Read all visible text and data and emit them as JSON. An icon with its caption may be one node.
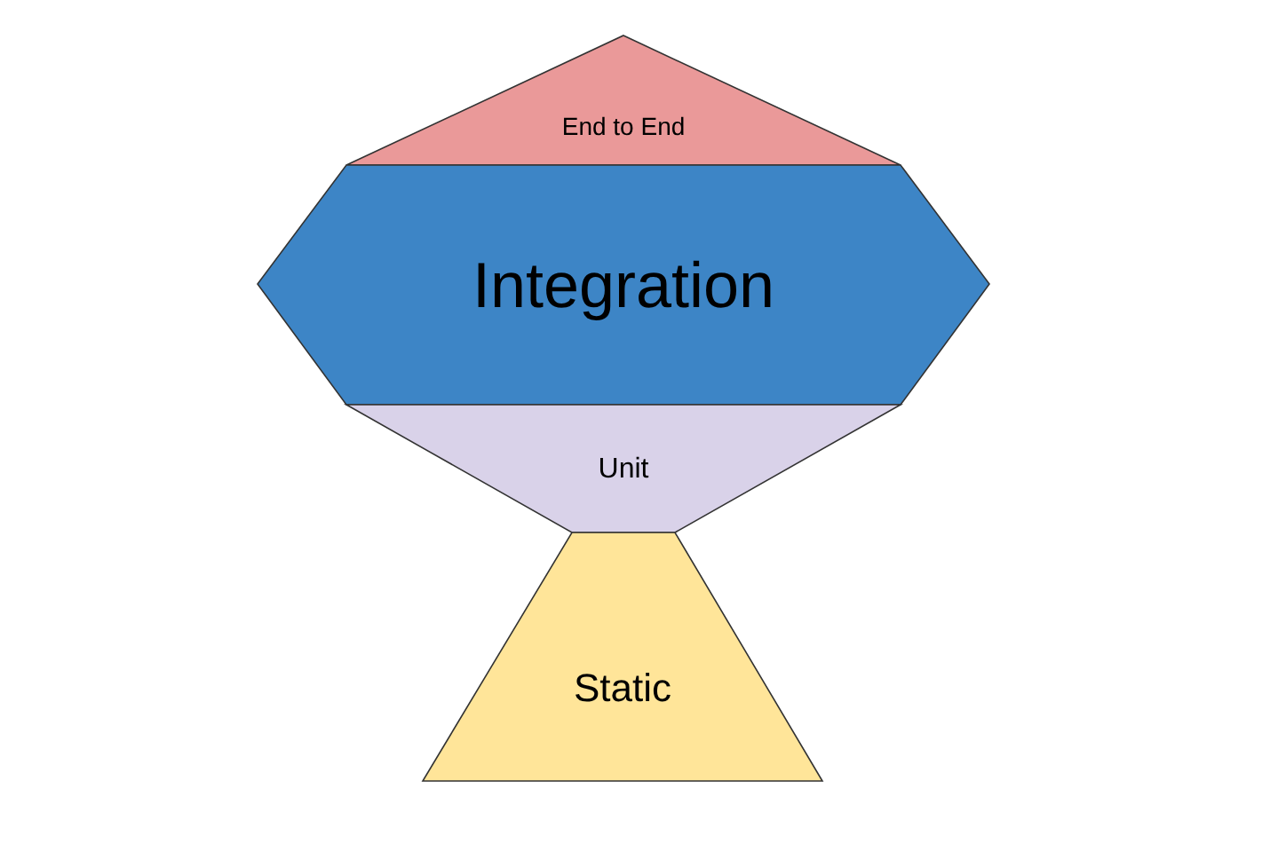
{
  "diagram": {
    "nodes": [
      {
        "text": [
          "End to End"
        ]
      },
      {
        "text": [
          "Integration"
        ]
      },
      {
        "text": [
          "Unit"
        ]
      },
      {
        "text": [
          "Static"
        ]
      }
    ]
  }
}
